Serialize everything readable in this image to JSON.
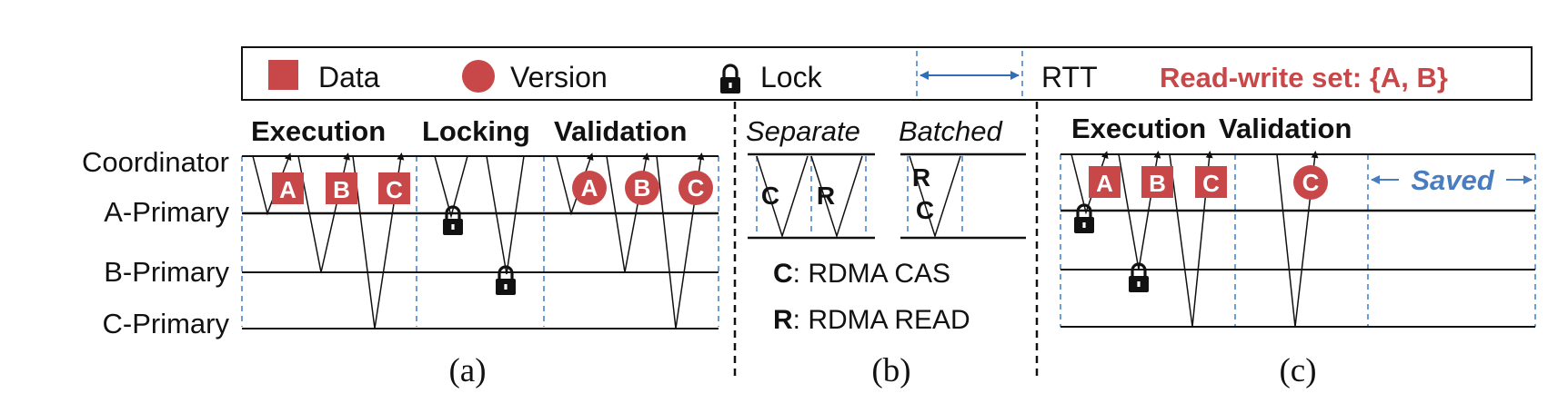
{
  "colors": {
    "accent_red": "#C8484A",
    "rtt_blue": "#2F6FB5",
    "saved_blue": "#4A7CC0",
    "dashed_blue": "#6E9ED8",
    "line_black": "#111111"
  },
  "legend": {
    "data_label": "Data",
    "data_icon": "red-square",
    "version_label": "Version",
    "version_icon": "red-circle",
    "lock_label": "Lock",
    "lock_icon": "padlock",
    "rtt_label": "RTT",
    "rtt_icon": "double-arrow",
    "rw_set": "Read-write set: {A, B}"
  },
  "nodes": [
    "Coordinator",
    "A-Primary",
    "B-Primary",
    "C-Primary"
  ],
  "panel_a": {
    "phases": [
      "Execution",
      "Locking",
      "Validation"
    ],
    "data_marks": [
      "A",
      "B",
      "C"
    ],
    "version_marks": [
      "A",
      "B",
      "C"
    ],
    "caption": "(a)"
  },
  "panel_b": {
    "separate_label": "Separate",
    "batched_label": "Batched",
    "separate_ops": [
      "C",
      "R"
    ],
    "batched_ops": [
      "R",
      "C"
    ],
    "key_c_letter": "C",
    "key_c_text": ": RDMA CAS",
    "key_r_letter": "R",
    "key_r_text": ": RDMA READ",
    "caption": "(b)"
  },
  "panel_c": {
    "phases": [
      "Execution",
      "Validation"
    ],
    "data_marks": [
      "A",
      "B",
      "C"
    ],
    "version_mark": "C",
    "saved_label": "Saved",
    "caption": "(c)"
  }
}
